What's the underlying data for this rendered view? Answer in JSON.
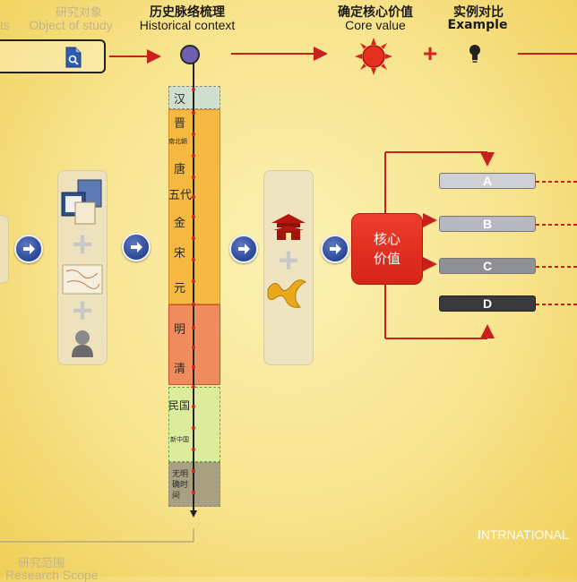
{
  "header": {
    "left_fragment": "ts",
    "study_cn": "研究对象",
    "study_en": "Object of study",
    "history_cn": "历史脉络梳理",
    "history_en": "Historical context",
    "core_cn": "确定核心价值",
    "core_en": "Core value",
    "example_cn": "实例对比",
    "example_en": "Example",
    "plus_symbol": "+"
  },
  "timeline": {
    "segments": [
      {
        "label": "汉",
        "color": "#cfe0cf"
      },
      {
        "label": "晋",
        "color": "#f5b942"
      },
      {
        "label": "南北朝",
        "color": "#f5b942"
      },
      {
        "label": "唐",
        "color": "#f5b942"
      },
      {
        "label": "五代",
        "color": "#f5b942"
      },
      {
        "label": "金",
        "color": "#f5b942"
      },
      {
        "label": "宋",
        "color": "#f5b942"
      },
      {
        "label": "元",
        "color": "#f5b942"
      },
      {
        "label": "明",
        "color": "#ee8c5e"
      },
      {
        "label": "清",
        "color": "#ee8c5e"
      },
      {
        "label": "民国",
        "color": "#dcec9c"
      },
      {
        "label": "新中国",
        "color": "#dcec9c"
      },
      {
        "label": "无明确时间",
        "color": "#a8a080"
      }
    ]
  },
  "core": {
    "line1": "核心",
    "line2": "价值"
  },
  "examples": [
    {
      "label": "A",
      "bg": "#cfcfd6",
      "fg": "#ffffff"
    },
    {
      "label": "B",
      "bg": "#b8b8c0",
      "fg": "#ffffff"
    },
    {
      "label": "C",
      "bg": "#8f9095",
      "fg": "#ffffff"
    },
    {
      "label": "D",
      "bg": "#3a3a3e",
      "fg": "#ffffff"
    }
  ],
  "footer": {
    "scope_cn": "研究范围",
    "scope_en": "Research Scope",
    "intl": "INTRNATIONAL"
  },
  "colors": {
    "accent_red": "#c8201a",
    "arrow_blue": "#2a4794"
  }
}
